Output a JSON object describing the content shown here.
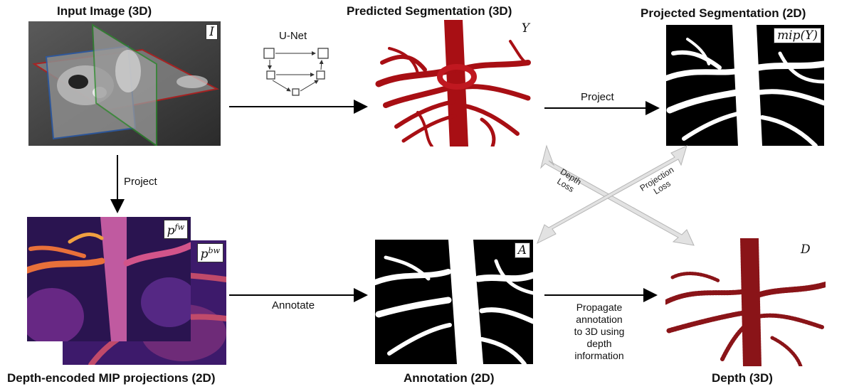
{
  "titles": {
    "input": "Input Image (3D)",
    "predicted": "Predicted Segmentation (3D)",
    "projected": "Projected Segmentation (2D)",
    "mip": "Depth-encoded MIP projections (2D)",
    "annotation": "Annotation (2D)",
    "depth": "Depth (3D)"
  },
  "tags": {
    "input": "I",
    "predicted": "Y",
    "projected": "mip(Y)",
    "mip_fw": "p^fw",
    "mip_bw": "p^bw",
    "annotation": "A",
    "depth": "D"
  },
  "labels": {
    "unet": "U-Net",
    "project_top": "Project",
    "project_left": "Project",
    "annotate": "Annotate",
    "depth_loss_1": "Depth",
    "depth_loss_2": "Loss",
    "projection_loss_1": "Projection",
    "projection_loss_2": "Loss",
    "propagate": [
      "Propagate",
      "annotation",
      "to 3D using",
      "depth",
      "information"
    ]
  },
  "colors": {
    "vessel_red": "#a80f14",
    "mip_purple": "#3d1a6b",
    "mip_orange": "#e8703a",
    "loss_arrow": "#d9d9d9"
  }
}
